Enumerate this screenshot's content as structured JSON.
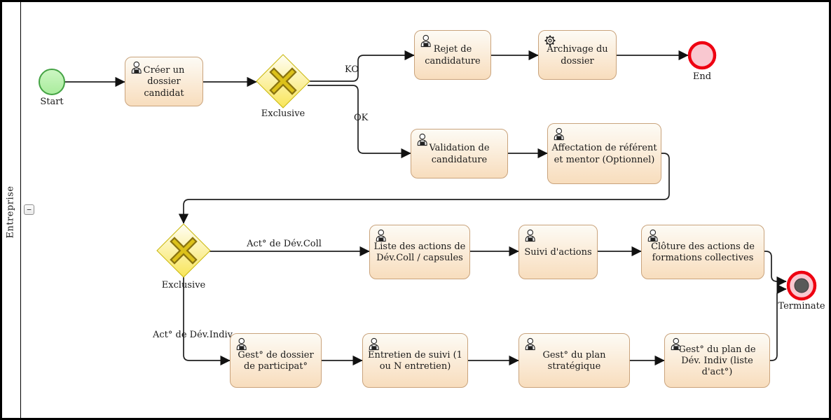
{
  "pool": {
    "label": "Entreprise",
    "collapse": "−"
  },
  "events": {
    "start": "Start",
    "end": "End",
    "terminate": "Terminate"
  },
  "gateways": {
    "gw1": "Exclusive",
    "gw2": "Exclusive"
  },
  "tasks": {
    "t1": "Créer un dossier candidat",
    "t2": "Rejet de candidature",
    "t3": "Archivage du dossier",
    "t4": "Validation de candidature",
    "t5": "Affectation de référent et mentor (Optionnel)",
    "t6": "Liste des actions de Dév.Coll / capsules",
    "t7": "Suivi d'actions",
    "t8": "Clôture des actions de formations collectives",
    "t9": "Gest° de dossier de participat°",
    "t10": "Entretien de suivi (1 ou N entretien)",
    "t11": "Gest° du plan stratégique",
    "t12": "Gest° du plan de Dév. Indiv (liste d'act°)"
  },
  "edge_labels": {
    "ko": "KO",
    "ok": "OK",
    "coll": "Act° de Dév.Coll",
    "indiv": "Act° de Dév.Indiv"
  },
  "icons": {
    "user_task": "user-icon",
    "service_task": "gear-icon",
    "collapse": "minus-icon"
  },
  "colors": {
    "task_border": "#c9a37c",
    "task_fill_top": "#fdfbf5",
    "task_fill_bottom": "#f8ddbd",
    "gateway_fill_top": "#fffef5",
    "gateway_fill_bottom": "#f8e559",
    "gateway_border": "#c9b70b",
    "gateway_x_dark": "#8a7410",
    "gateway_x_light": "#dcc11a",
    "start_fill": "#b9f0ad",
    "start_border": "#44a344",
    "end_fill": "#f9c8d0",
    "end_border": "#ee0011",
    "terminate_inner": "#595959",
    "edge": "#1f1f1f"
  }
}
